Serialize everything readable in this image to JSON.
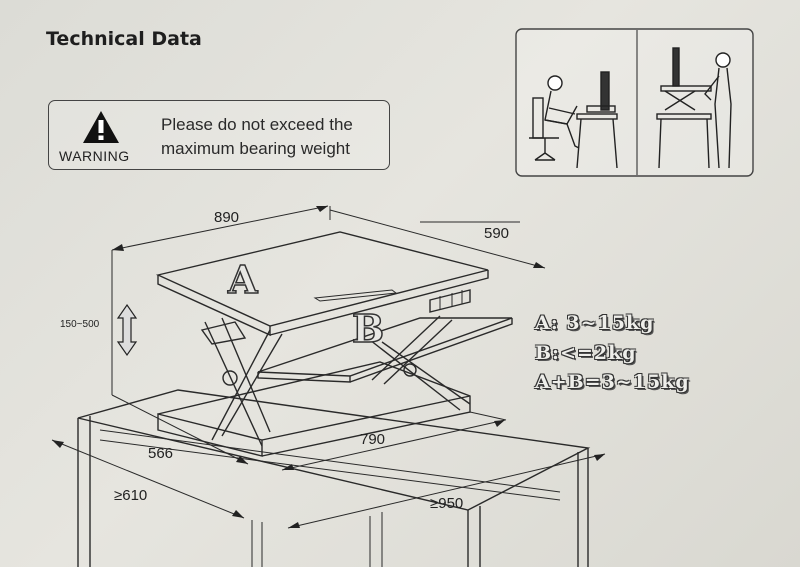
{
  "heading": "Technical Data",
  "warning": {
    "label": "WARNING",
    "line1": "Please do not exceed the",
    "line2": "maximum bearing weight"
  },
  "dimensions": {
    "width_top": "890",
    "depth_top": "590",
    "height_range": "150~500",
    "base_depth": "566",
    "base_width": "790",
    "table_depth_min": "≥610",
    "table_width_min": "≥950"
  },
  "labels": {
    "a": "A",
    "b": "B"
  },
  "specs": {
    "a": "A: 3~15kg",
    "b": "B:<=2kg",
    "ab": "A+B=3~15kg"
  },
  "colors": {
    "background": "#dcdcd6",
    "ink": "#222222"
  }
}
